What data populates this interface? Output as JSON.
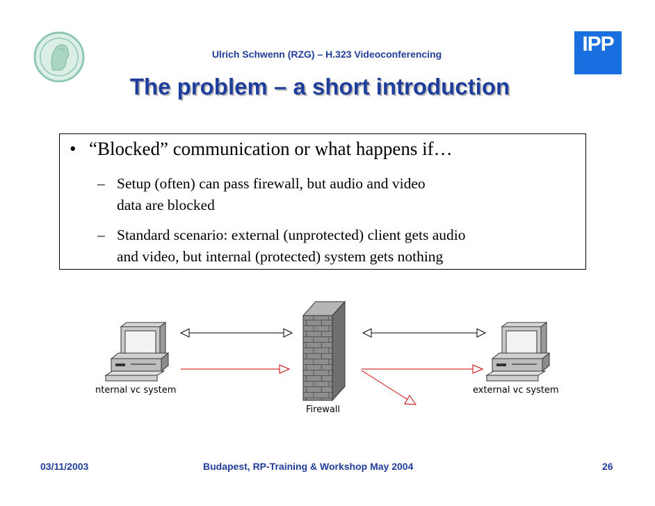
{
  "header": {
    "text": "Ulrich Schwenn (RZG) – H.323 Videoconferencing",
    "logo_text": "IPP"
  },
  "title": "The problem – a short introduction",
  "content": {
    "bullet": "“Blocked” communication or what happens if…",
    "subitems": [
      {
        "dash": "–",
        "lines": [
          "Setup (often) can pass firewall, but audio and video",
          "data are blocked"
        ]
      },
      {
        "dash": "–",
        "lines": [
          "Standard scenario: external (unprotected) client gets audio",
          "and video, but internal (protected) system gets nothing"
        ]
      }
    ]
  },
  "diagram": {
    "internal_label": "nternal vc system",
    "external_label": "external vc system",
    "firewall_label": "Firewall"
  },
  "footer": {
    "date": "03/11/2003",
    "event": "Budapest, RP-Training & Workshop May 2004",
    "page": "26"
  },
  "colors": {
    "title_blue": "#1f3d9a",
    "logo_blue": "#1a6fe0",
    "seal_green": "#8fc8b0",
    "blocked_arrow_red": "#cc0000"
  },
  "icons": [
    "seal-logo-icon",
    "computer-icon",
    "firewall-icon",
    "double-arrow-icon",
    "red-arrow-icon"
  ]
}
